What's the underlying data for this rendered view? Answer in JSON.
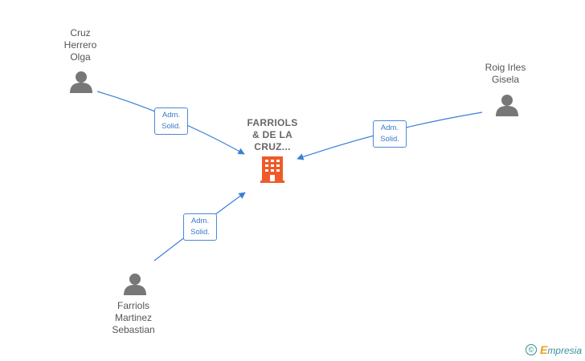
{
  "company": {
    "name_lines": [
      "FARRIOLS",
      "& DE LA",
      "CRUZ..."
    ],
    "icon": "building-icon",
    "color": "#f05a28"
  },
  "persons": [
    {
      "id": "cruz-herrero-olga",
      "name_lines": [
        "Cruz",
        "Herrero",
        "Olga"
      ],
      "icon": "person-icon"
    },
    {
      "id": "roig-irles-gisela",
      "name_lines": [
        "Roig Irles",
        "Gisela"
      ],
      "icon": "person-icon"
    },
    {
      "id": "farriols-martinez-sebastian",
      "name_lines": [
        "Farriols",
        "Martinez",
        "Sebastian"
      ],
      "icon": "person-icon"
    }
  ],
  "relations": [
    {
      "from": "cruz-herrero-olga",
      "to": "company",
      "label_lines": [
        "Adm.",
        "Solid."
      ]
    },
    {
      "from": "roig-irles-gisela",
      "to": "company",
      "label_lines": [
        "Adm.",
        "Solid."
      ]
    },
    {
      "from": "farriols-martinez-sebastian",
      "to": "company",
      "label_lines": [
        "Adm.",
        "Solid."
      ]
    }
  ],
  "colors": {
    "edge": "#3a7fd5",
    "person_icon": "#777777"
  },
  "footer": {
    "copyright_symbol": "©",
    "brand_initial": "E",
    "brand_rest": "mpresia"
  }
}
